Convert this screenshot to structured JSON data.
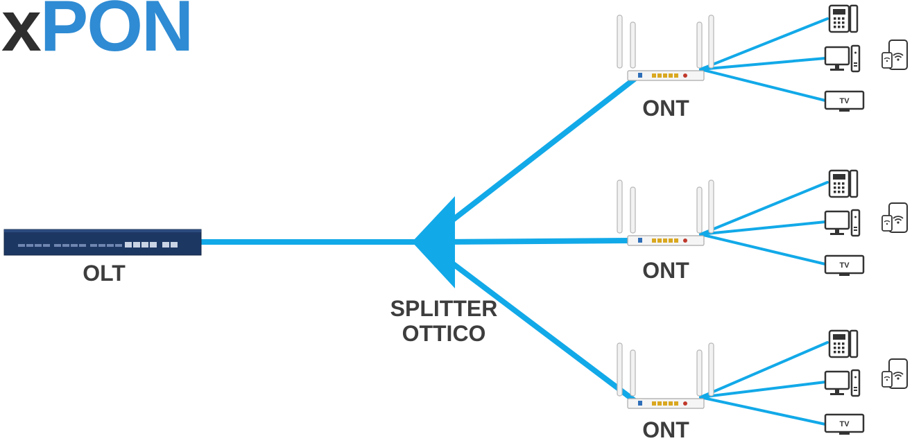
{
  "title": {
    "prefix": "x",
    "main": "PON",
    "prefix_color": "#2f2f2f",
    "main_color": "#2f8bd3"
  },
  "line_color": "#12a9e8",
  "olt": {
    "label": "OLT"
  },
  "splitter": {
    "line1": "SPLITTER",
    "line2": "OTTICO"
  },
  "onts": [
    {
      "label": "ONT",
      "devices": [
        "phone-icon",
        "desktop-computer-icon",
        "tv-icon",
        "tablet-wifi-icon"
      ],
      "tv_text": "TV"
    },
    {
      "label": "ONT",
      "devices": [
        "phone-icon",
        "desktop-computer-icon",
        "tv-icon",
        "tablet-wifi-icon"
      ],
      "tv_text": "TV"
    },
    {
      "label": "ONT",
      "devices": [
        "phone-icon",
        "desktop-computer-icon",
        "tv-icon",
        "tablet-wifi-icon"
      ],
      "tv_text": "TV"
    }
  ]
}
